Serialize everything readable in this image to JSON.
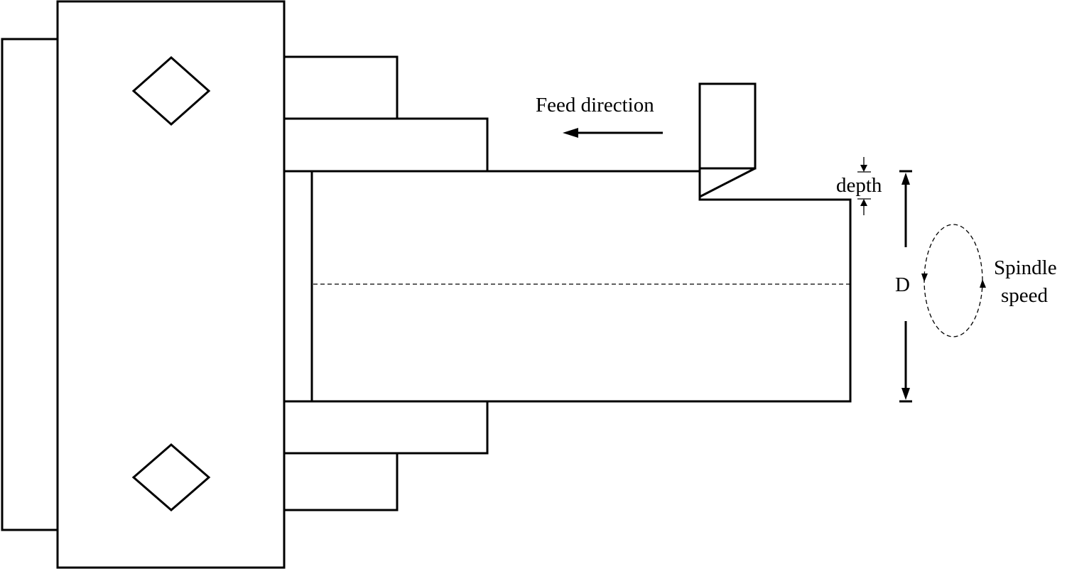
{
  "labels": {
    "feed_direction": "Feed direction",
    "depth": "depth",
    "diameter": "D",
    "spindle_line1": "Spindle",
    "spindle_line2": "speed"
  }
}
